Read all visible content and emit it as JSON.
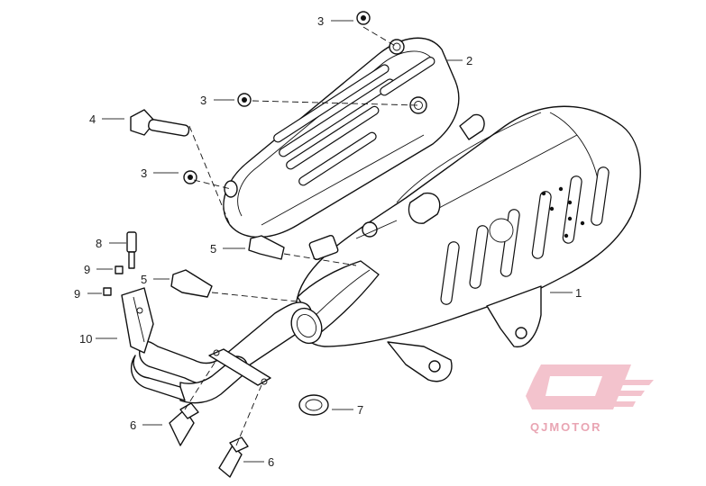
{
  "diagram": {
    "callouts": [
      {
        "label": "1"
      },
      {
        "label": "2"
      },
      {
        "label": "3"
      },
      {
        "label": "3"
      },
      {
        "label": "3"
      },
      {
        "label": "4"
      },
      {
        "label": "5"
      },
      {
        "label": "5"
      },
      {
        "label": "6"
      },
      {
        "label": "6"
      },
      {
        "label": "7"
      },
      {
        "label": "8"
      },
      {
        "label": "9"
      },
      {
        "label": "9"
      },
      {
        "label": "10"
      }
    ]
  },
  "brand": {
    "logo_text": "QJMOTOR",
    "logo_color": "#e9a5b3"
  }
}
